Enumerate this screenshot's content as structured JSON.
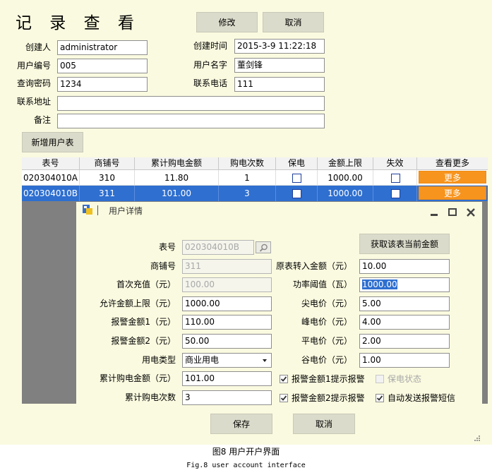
{
  "form": {
    "title": "记 录 查 看",
    "modify_label": "修改",
    "cancel_label": "取消",
    "creator_label": "创建人",
    "creator_value": "administrator",
    "created_time_label": "创建时间",
    "created_time_value": "2015-3-9 11:22:18",
    "user_no_label": "用户编号",
    "user_no_value": "005",
    "user_name_label": "用户名字",
    "user_name_value": "董剑锋",
    "query_pwd_label": "查询密码",
    "query_pwd_value": "1234",
    "phone_label": "联系电话",
    "phone_value": "111",
    "address_label": "联系地址",
    "address_value": "",
    "remark_label": "备注",
    "remark_value": "",
    "add_meter_label": "新增用户表"
  },
  "grid": {
    "columns": [
      "表号",
      "商铺号",
      "累计购电金额",
      "购电次数",
      "保电",
      "金额上限",
      "失效",
      "查看更多"
    ],
    "rows": [
      {
        "meter": "020304010A",
        "shop": "310",
        "total": "11.80",
        "count": "1",
        "limit": "1000.00",
        "more": "更多"
      },
      {
        "meter": "020304010B",
        "shop": "311",
        "total": "101.00",
        "count": "3",
        "limit": "1000.00",
        "more": "更多"
      }
    ]
  },
  "dialog": {
    "title": "用户详情",
    "get_amount_label": "获取该表当前金额",
    "meter_label": "表号",
    "meter_value": "020304010B",
    "shop_label": "商铺号",
    "shop_value": "311",
    "first_recharge_label": "首次充值（元）",
    "first_recharge_value": "100.00",
    "allow_limit_label": "允许金额上限（元）",
    "allow_limit_value": "1000.00",
    "alarm1_label": "报警金额1（元）",
    "alarm1_value": "110.00",
    "alarm2_label": "报警金额2（元）",
    "alarm2_value": "50.00",
    "elec_type_label": "用电类型",
    "elec_type_value": "商业用电",
    "total_amount_label": "累计购电金额（元）",
    "total_amount_value": "101.00",
    "total_count_label": "累计购电次数",
    "total_count_value": "3",
    "orig_transfer_label": "原表转入金额（元）",
    "orig_transfer_value": "10.00",
    "power_threshold_label": "功率阈值（瓦）",
    "power_threshold_value": "1000.00",
    "sharp_price_label": "尖电价（元）",
    "sharp_price_value": "5.00",
    "peak_price_label": "峰电价（元）",
    "peak_price_value": "4.00",
    "flat_price_label": "平电价（元）",
    "flat_price_value": "2.00",
    "valley_price_label": "谷电价（元）",
    "valley_price_value": "1.00",
    "alarm1_notify_label": "报警金额1提示报警",
    "protect_status_label": "保电状态",
    "alarm2_notify_label": "报警金额2提示报警",
    "auto_sms_label": "自动发送报警短信",
    "save_label": "保存",
    "cancel_label": "取消"
  },
  "caption": {
    "cn": "图8 用户开户界面",
    "en": "Fig.8 user account interface"
  },
  "colors": {
    "background": "#fafae0",
    "button": "#dbdbcb",
    "selected_row": "#2e6fd0",
    "more_button": "#f7941d",
    "grid_empty": "#808080"
  },
  "icons": [
    "app-icon",
    "search-icon",
    "minimize-icon",
    "maximize-icon",
    "close-icon",
    "dropdown-arrow-icon",
    "checkmark-icon",
    "resize-grip-icon"
  ]
}
